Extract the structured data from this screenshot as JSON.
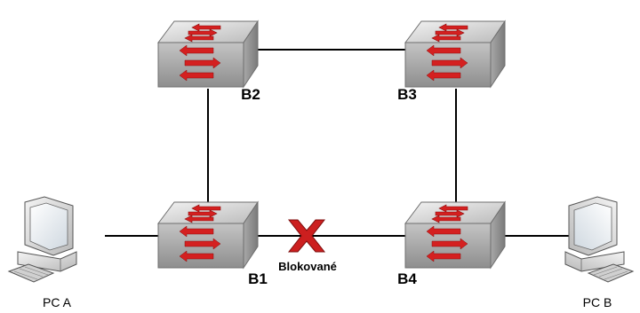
{
  "switches": [
    {
      "id": "b2",
      "label": "B2"
    },
    {
      "id": "b3",
      "label": "B3"
    },
    {
      "id": "b1",
      "label": "B1"
    },
    {
      "id": "b4",
      "label": "B4"
    }
  ],
  "pcs": [
    {
      "id": "pc-a",
      "label": "PC A"
    },
    {
      "id": "pc-b",
      "label": "PC B"
    }
  ],
  "links": [
    {
      "from": "B2",
      "to": "B3",
      "state": "active"
    },
    {
      "from": "B2",
      "to": "B1",
      "state": "active"
    },
    {
      "from": "B3",
      "to": "B4",
      "state": "active"
    },
    {
      "from": "B1",
      "to": "B4",
      "state": "blocked"
    },
    {
      "from": "PC A",
      "to": "B1",
      "state": "active"
    },
    {
      "from": "B4",
      "to": "PC B",
      "state": "active"
    }
  ],
  "blocked_link": {
    "label": "Blokované",
    "marker_color": "#cc1f1f"
  },
  "colors": {
    "link": "#000000",
    "arrow": "#cc1f1f",
    "switch_top": "#d4d4d4",
    "switch_front": "#a9a9a9"
  }
}
